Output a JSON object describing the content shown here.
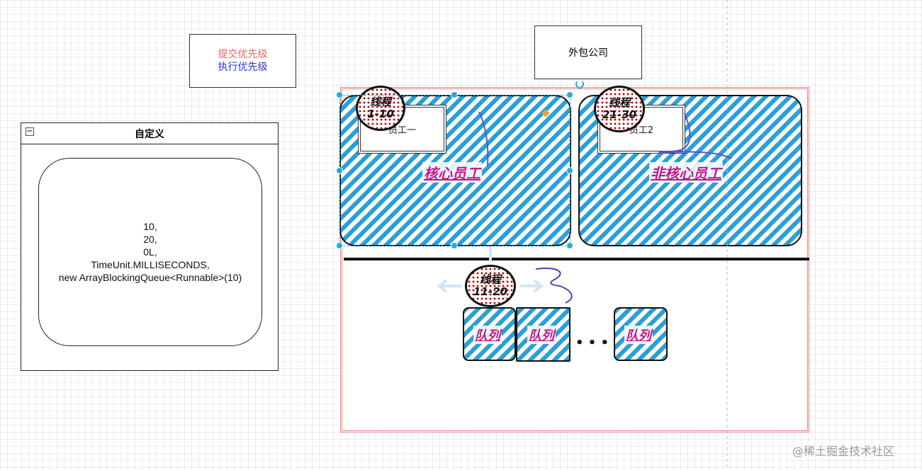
{
  "legend": {
    "submit_priority": "提交优先级",
    "execute_priority": "执行优先级",
    "submit_color": "#e06666",
    "execute_color": "#3333cc"
  },
  "company": {
    "label": "外包公司"
  },
  "custom_panel": {
    "title": "自定义",
    "collapse_icon": "−",
    "lines": [
      "10,",
      "20,",
      "0L,",
      "TimeUnit.MILLISECONDS,",
      "new ArrayBlockingQueue<Runnable>(10)"
    ]
  },
  "core": {
    "badge_title": "线程",
    "badge_range": "1-10",
    "worker": "员工一",
    "label": "核心员工"
  },
  "noncore": {
    "badge_title": "线程",
    "badge_range": "21-30",
    "worker": "员工2",
    "label": "非核心员工"
  },
  "queue": {
    "badge_title": "线程",
    "badge_range": "11-20",
    "labels": [
      "队列",
      "队列",
      "队列"
    ],
    "ellipsis": "• • •"
  },
  "colors": {
    "hatch": "#2a9fd8",
    "tag": "#c71585",
    "pool_border": "#f08080",
    "selection": "#29a8e0"
  },
  "watermark": "@稀土掘金技术社区"
}
